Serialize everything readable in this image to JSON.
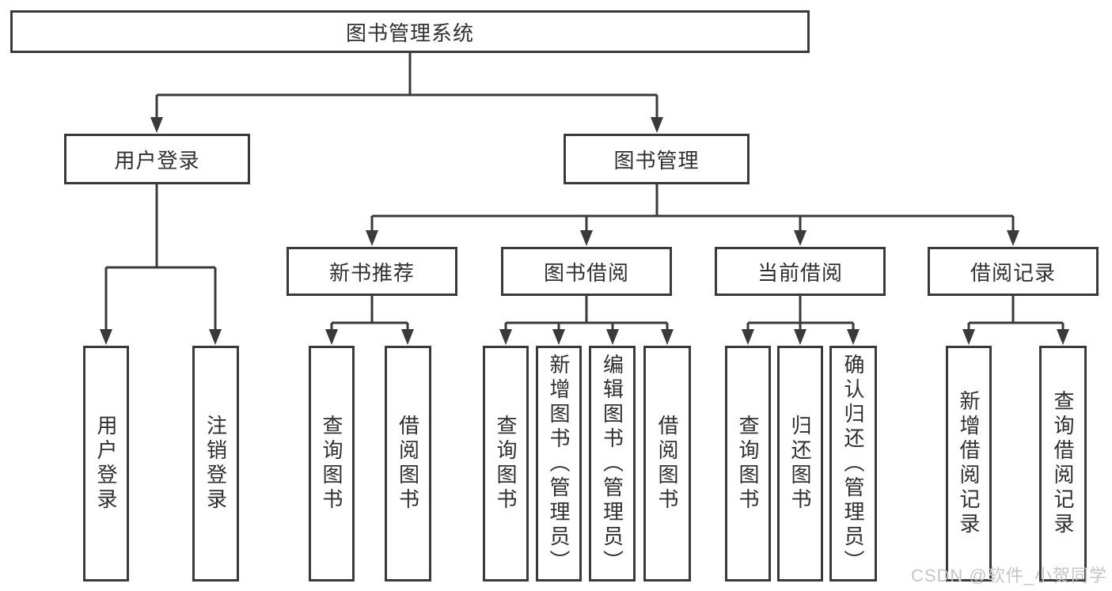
{
  "colors": {
    "border": "#3a3a3a",
    "line": "#3a3a3a",
    "text": "#2f2f2f",
    "background": "#ffffff",
    "watermark": "#c5c5c5"
  },
  "watermark": {
    "text": "CSDN @软件_小贺同学"
  },
  "tree": {
    "label": "图书管理系统",
    "children": [
      {
        "label": "用户登录",
        "children": [
          {
            "label": "用户登录"
          },
          {
            "label": "注销登录"
          }
        ]
      },
      {
        "label": "图书管理",
        "children": [
          {
            "label": "新书推荐",
            "children": [
              {
                "label": "查询图书"
              },
              {
                "label": "借阅图书"
              }
            ]
          },
          {
            "label": "图书借阅",
            "children": [
              {
                "label": "查询图书"
              },
              {
                "label": "新增图书（管理员）"
              },
              {
                "label": "编辑图书（管理员）"
              },
              {
                "label": "借阅图书"
              }
            ]
          },
          {
            "label": "当前借阅",
            "children": [
              {
                "label": "查询图书"
              },
              {
                "label": "归还图书"
              },
              {
                "label": "确认归还（管理员）"
              }
            ]
          },
          {
            "label": "借阅记录",
            "children": [
              {
                "label": "新增借阅记录"
              },
              {
                "label": "查询借阅记录"
              }
            ]
          }
        ]
      }
    ]
  }
}
